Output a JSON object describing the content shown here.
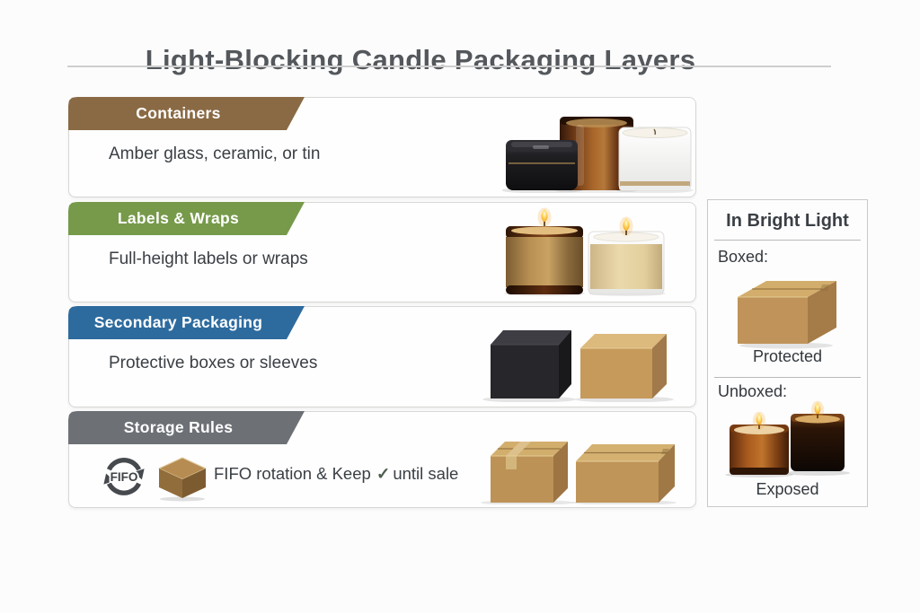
{
  "page": {
    "title": "Light-Blocking Candle Packaging Layers",
    "background_color": "#fcfcfc",
    "banner_text_color": "#ffffff",
    "text_color": "#3a3f44"
  },
  "sections": [
    {
      "label": "Containers",
      "description": "Amber glass, ceramic, or tin",
      "banner_color": "#8a6a44",
      "illustration": "black-tin-amber-glass-jar-white-ceramic-vessels"
    },
    {
      "label": "Labels & Wraps",
      "description": "Full-height labels or wraps",
      "banner_color": "#769a4a",
      "illustration": "two-lit-candles-with-kraft-and-cream-full-height-labels"
    },
    {
      "label": "Secondary Packaging",
      "description": "Protective boxes or sleeves",
      "banner_color": "#2d6b9e",
      "illustration": "black-box-and-kraft-box"
    },
    {
      "label": "Storage Rules",
      "description_prefix": "FIFO rotation & Keep",
      "check_glyph": "✓",
      "check_color": "#4e5e50",
      "description_suffix": "until sale",
      "fifo_label": "FIFO",
      "banner_color": "#6d7175",
      "illustration": "two-taped-cardboard-shipping-boxes"
    }
  ],
  "side_panel": {
    "title": "In Bright Light",
    "boxed_label": "Boxed:",
    "boxed_status": "Protected",
    "boxed_illustration": "closed-cardboard-box",
    "unboxed_label": "Unboxed:",
    "unboxed_status": "Exposed",
    "unboxed_illustration": "two-lit-amber-candles"
  }
}
